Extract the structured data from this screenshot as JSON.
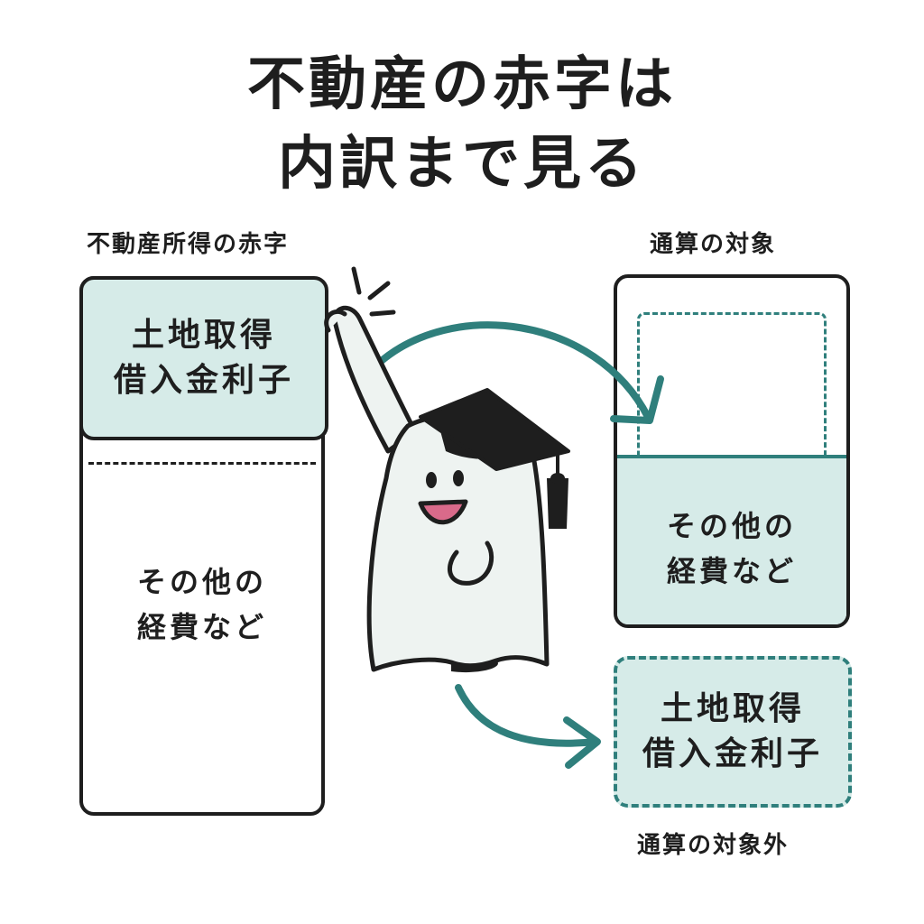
{
  "title": {
    "line1": "不動産の赤字は",
    "line2": "内訳まで見る"
  },
  "left": {
    "caption": "不動産所得の赤字",
    "top_line1": "土地取得",
    "top_line2": "借入金利子",
    "bottom_line1": "その他の",
    "bottom_line2": "経費など"
  },
  "right_top": {
    "caption": "通算の対象",
    "fill_line1": "その他の",
    "fill_line2": "経費など"
  },
  "right_bottom": {
    "caption": "通算の対象外",
    "line1": "土地取得",
    "line2": "借入金利子"
  },
  "colors": {
    "teal": "#2f7f7c",
    "mint": "#d6ebe8",
    "ink": "#1e1e1e",
    "ghost": "#eef3f1",
    "cheek": "#d96a8a"
  },
  "icons": {
    "character": "ghost-graduate-icon",
    "cap": "graduation-cap-icon"
  }
}
